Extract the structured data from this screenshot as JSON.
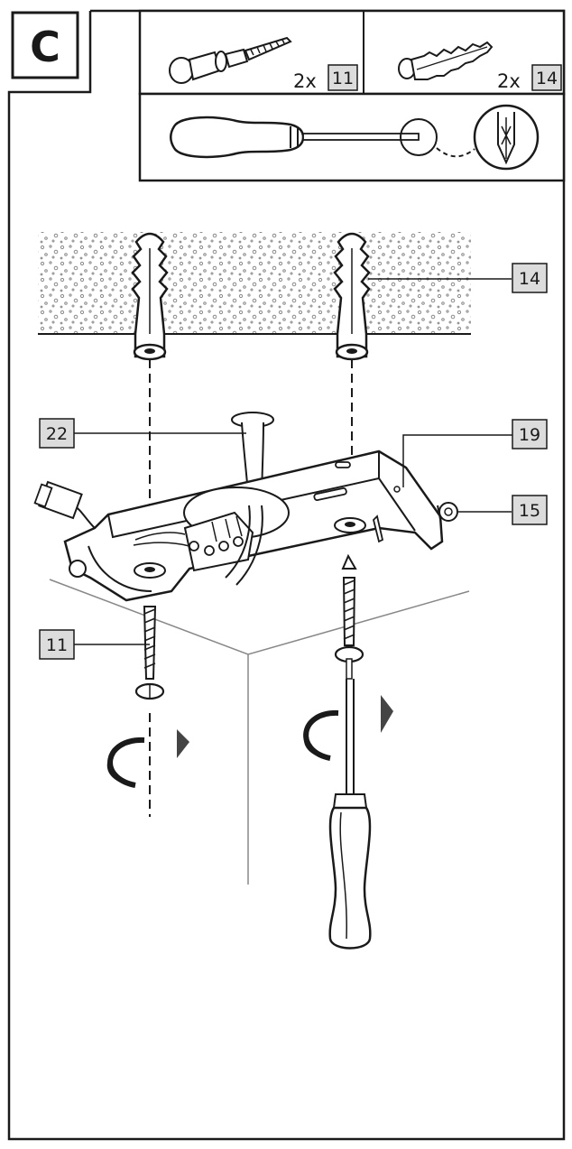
{
  "step": {
    "letter": "C"
  },
  "parts": [
    {
      "name": "screw-with-anchor",
      "quantity": "2x",
      "number": "11"
    },
    {
      "name": "wall-plug",
      "quantity": "2x",
      "number": "14"
    }
  ],
  "tool": {
    "name": "phillips-screwdriver-icon"
  },
  "callouts": {
    "wall_plug": "14",
    "cable": "22",
    "mounting_plate": "19",
    "screw_terminal": "15",
    "screw": "11"
  },
  "colors": {
    "ink": "#1a1a1a",
    "label_fill": "#dcdcdc",
    "ceiling_speckle": "#9a9a9a"
  }
}
